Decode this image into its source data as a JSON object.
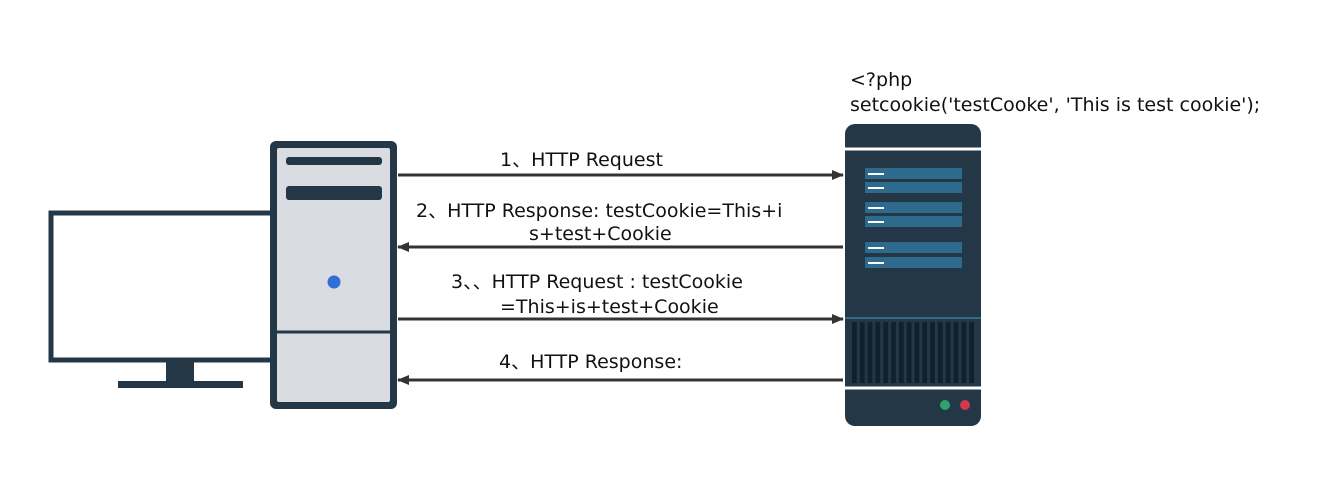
{
  "server_code": {
    "line1": "<?php",
    "line2": "setcookie('testCooke', 'This is test cookie');"
  },
  "arrows": [
    {
      "id": "req1",
      "direction": "to-server",
      "lines": [
        "1、HTTP Request"
      ]
    },
    {
      "id": "resp2",
      "direction": "to-client",
      "lines": [
        "2、HTTP Response: testCookie=This+i",
        "s+test+Cookie"
      ]
    },
    {
      "id": "req3",
      "direction": "to-server",
      "lines": [
        "3、、HTTP Request : testCookie",
        "=This+is+test+Cookie"
      ]
    },
    {
      "id": "resp4",
      "direction": "to-client",
      "lines": [
        "4、HTTP Response:"
      ]
    }
  ],
  "colors": {
    "dark": "#243746",
    "tower_face": "#d9dde1",
    "power_led": "#2f6fd6",
    "rack_slot": "#2d6a8c",
    "led_green": "#2ea36b",
    "led_red": "#d13a4a",
    "arrow": "#333333"
  }
}
